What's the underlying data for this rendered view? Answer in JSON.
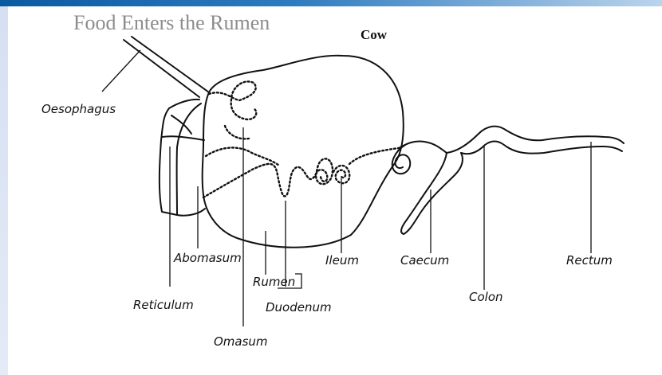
{
  "slide": {
    "title": "Food Enters the Rumen",
    "animal": "Cow"
  },
  "labels": {
    "oesophagus": "Oesophagus",
    "abomasum": "Abomasum",
    "reticulum": "Reticulum",
    "omasum": "Omasum",
    "rumen": "Rumen",
    "duodenum": "Duodenum",
    "ileum": "Ileum",
    "caecum": "Caecum",
    "colon": "Colon",
    "rectum": "Rectum"
  }
}
